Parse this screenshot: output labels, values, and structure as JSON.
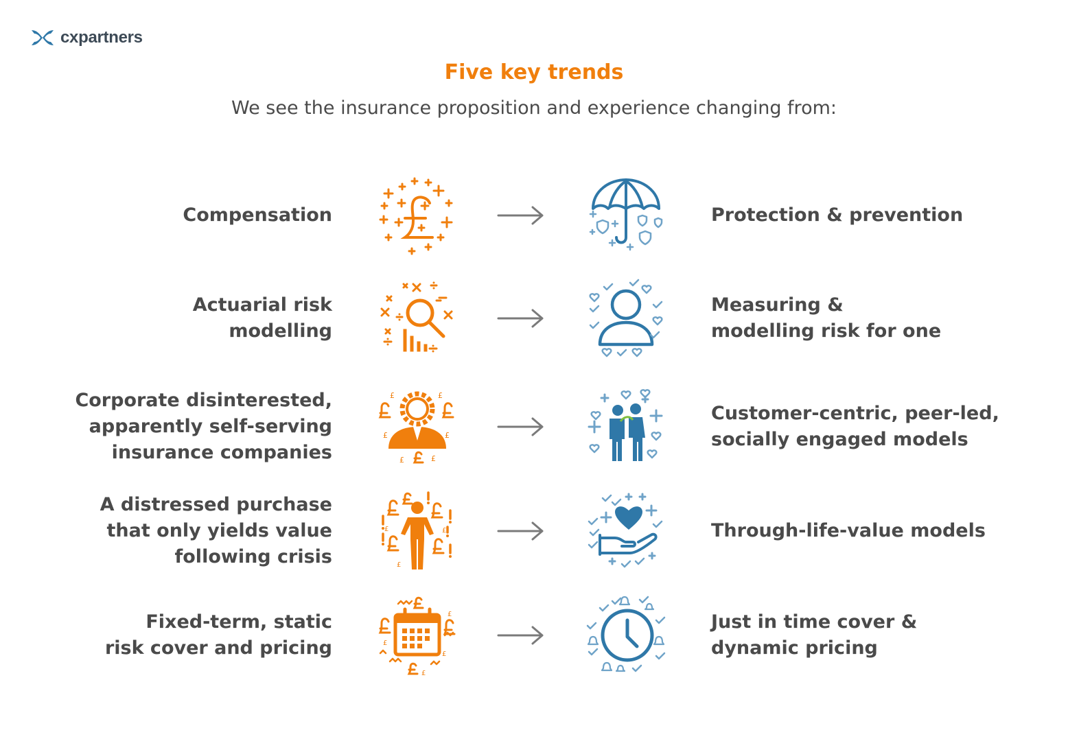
{
  "brand": {
    "name": "cxpartners",
    "accent": "#f07f0d",
    "secondary": "#2f78a8",
    "text": "#4a4a4a"
  },
  "header": {
    "title": "Five key trends",
    "subtitle": "We see the insurance proposition and experience changing from:"
  },
  "trends": [
    {
      "from": [
        "Compensation"
      ],
      "to": [
        "Protection & prevention"
      ],
      "from_icon": "pound-plus-icon",
      "to_icon": "umbrella-shield-icon"
    },
    {
      "from": [
        "Actuarial risk",
        "modelling"
      ],
      "to": [
        "Measuring &",
        "modelling risk for one"
      ],
      "from_icon": "magnifier-chart-icon",
      "to_icon": "person-heart-icon"
    },
    {
      "from": [
        "Corporate disinterested,",
        "apparently self-serving",
        "insurance companies"
      ],
      "to": [
        "Customer-centric, peer-led,",
        "socially engaged models"
      ],
      "from_icon": "gear-person-icon",
      "to_icon": "two-people-icon"
    },
    {
      "from": [
        "A distressed purchase",
        "that only yields value",
        "following crisis"
      ],
      "to": [
        "Through-life-value models"
      ],
      "from_icon": "distressed-person-icon",
      "to_icon": "hand-heart-icon"
    },
    {
      "from": [
        "Fixed-term, static",
        "risk cover and pricing"
      ],
      "to": [
        "Just in time cover &",
        "dynamic pricing"
      ],
      "from_icon": "calendar-icon",
      "to_icon": "clock-icon"
    }
  ]
}
